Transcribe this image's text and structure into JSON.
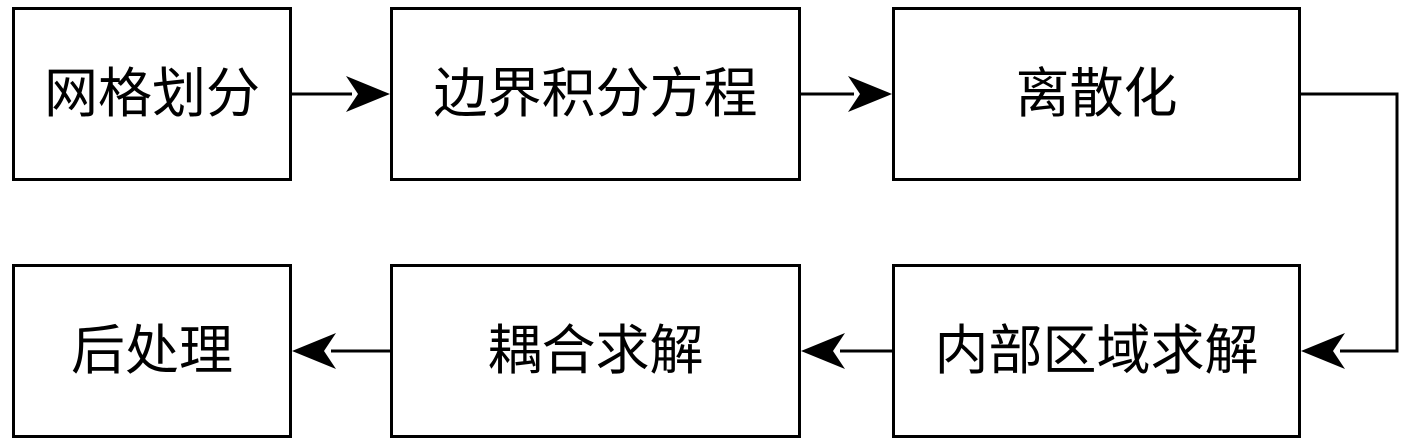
{
  "diagram": {
    "nodes": [
      {
        "id": "b1",
        "label": "网格划分"
      },
      {
        "id": "b2",
        "label": "边界积分方程"
      },
      {
        "id": "b3",
        "label": "离散化"
      },
      {
        "id": "b6",
        "label": "内部区域求解"
      },
      {
        "id": "b5",
        "label": "耦合求解"
      },
      {
        "id": "b4",
        "label": "后处理"
      }
    ],
    "edges": [
      {
        "from": "b1",
        "to": "b2"
      },
      {
        "from": "b2",
        "to": "b3"
      },
      {
        "from": "b3",
        "to": "b6"
      },
      {
        "from": "b6",
        "to": "b5"
      },
      {
        "from": "b5",
        "to": "b4"
      }
    ]
  }
}
